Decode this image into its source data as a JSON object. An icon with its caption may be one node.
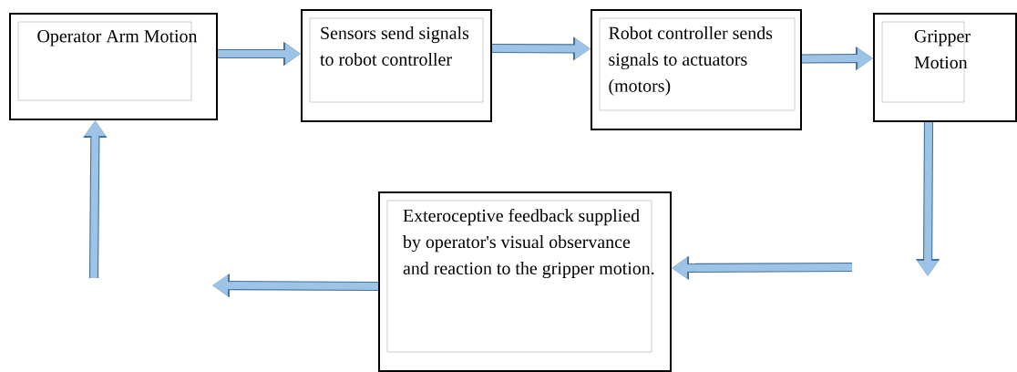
{
  "diagram": {
    "nodes": [
      {
        "text": [
          "Operator Arm Motion"
        ]
      },
      {
        "text": [
          "Sensors send signals to robot controller"
        ]
      },
      {
        "text": [
          "Robot controller sends signals to actuators (motors)"
        ]
      },
      {
        "text": [
          "Gripper Motion"
        ]
      },
      {
        "text": [
          "Exteroceptive feedback supplied by operator's visual observance and reaction to the gripper motion."
        ]
      }
    ],
    "edges": [
      {
        "from": 0,
        "to": 1,
        "arrow": "to"
      },
      {
        "from": 1,
        "to": 2,
        "arrow": "to"
      },
      {
        "from": 2,
        "to": 3,
        "arrow": "to"
      },
      {
        "from": 3,
        "to": null,
        "arrow": "to"
      },
      {
        "from": null,
        "to": 4,
        "arrow": "to"
      },
      {
        "from": 4,
        "to": null,
        "arrow": "to"
      },
      {
        "from": null,
        "to": 0,
        "arrow": "to"
      }
    ]
  }
}
